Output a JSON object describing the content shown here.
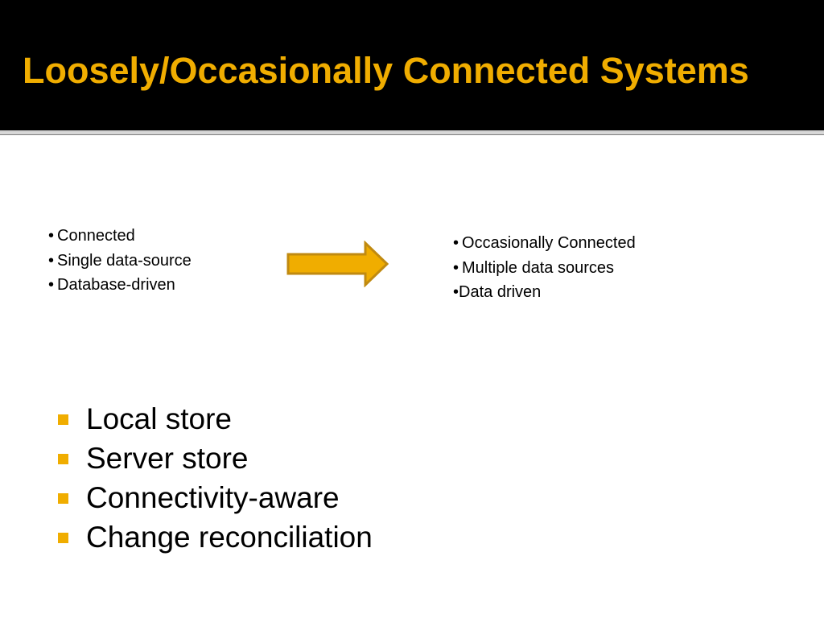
{
  "slide": {
    "title": "Loosely/Occasionally Connected Systems",
    "accent_color": "#f0ad00",
    "background_header_color": "#000000"
  },
  "left_list": {
    "bullet": "•",
    "items": [
      "Connected",
      "Single data-source",
      "Database-driven"
    ]
  },
  "right_list": {
    "bullet": "•",
    "items": [
      "Occasionally Connected",
      "Multiple data sources",
      "Data driven"
    ]
  },
  "transition_arrow": {
    "icon": "right-arrow-icon",
    "fill_color": "#f0ad00",
    "stroke_color": "#c08a10"
  },
  "main_bullets": {
    "icon": "square-bullet-icon",
    "items": [
      "Local store",
      "Server store",
      "Connectivity-aware",
      "Change reconciliation"
    ]
  }
}
